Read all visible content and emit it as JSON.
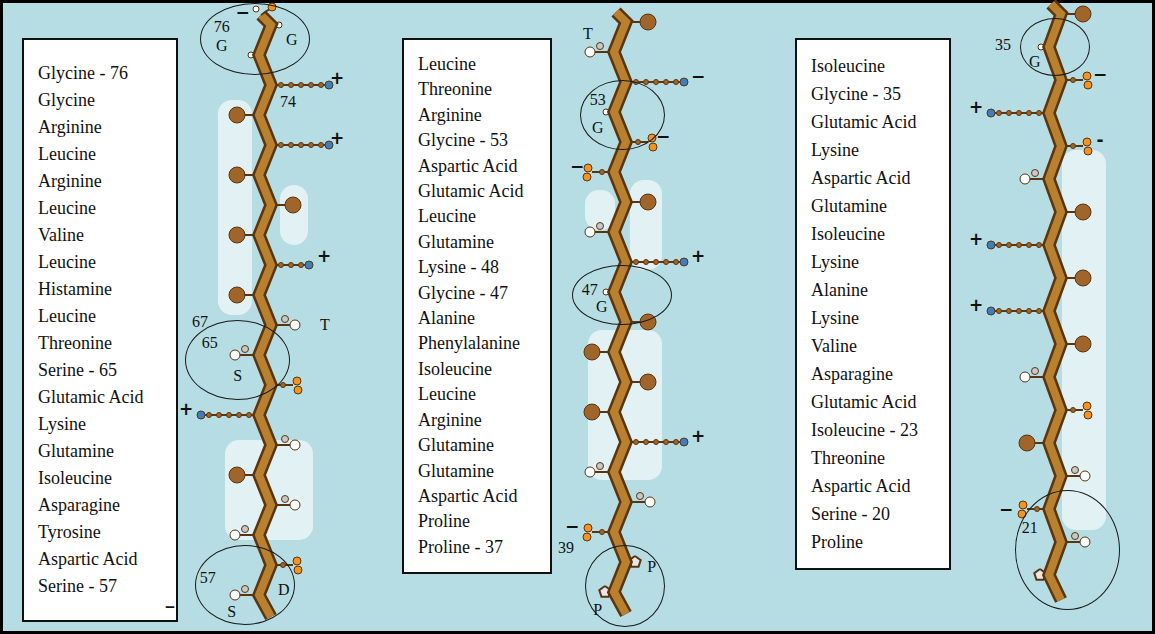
{
  "diagram": {
    "nodes": [
      {
        "text": [
          "Glycine - 76",
          "Glycine",
          "Arginine",
          "Leucine",
          "Arginine",
          "Leucine",
          "Valine",
          "Leucine",
          "Histamine",
          "Leucine",
          "Threonine",
          "Serine - 65",
          "Glutamic Acid",
          "Lysine",
          "Glutamine",
          "Isoleucine",
          "Asparagine",
          "Tyrosine",
          "Aspartic Acid",
          "Serine - 57"
        ]
      },
      {
        "text": [
          "−",
          "76",
          "G",
          "G"
        ]
      },
      {
        "text": [
          "65",
          "S"
        ]
      },
      {
        "text": [
          "57",
          "S",
          "D"
        ]
      },
      {
        "text": [
          "Leucine",
          "Threonine",
          "Arginine",
          "Glycine - 53",
          "Aspartic Acid",
          "Glutamic Acid",
          "Leucine",
          "Glutamine",
          "Lysine - 48",
          "Glycine - 47",
          "Alanine",
          "Phenylalanine",
          "Isoleucine",
          "Leucine",
          "Arginine",
          "Glutamine",
          "Glutamine",
          "Aspartic Acid",
          "Proline",
          "Proline - 37"
        ]
      },
      {
        "text": [
          "53",
          "G"
        ]
      },
      {
        "text": [
          "47",
          "G"
        ]
      },
      {
        "text": [
          "P",
          "P"
        ]
      },
      {
        "text": [
          "Isoleucine",
          "Glycine - 35",
          "Glutamic Acid",
          "Lysine",
          "Aspartic Acid",
          "Glutamine",
          "Isoleucine",
          "Lysine",
          "Alanine",
          "Lysine",
          "Valine",
          "Asparagine",
          "Glutamic Acid",
          "Isoleucine - 23",
          "Threonine",
          "Aspartic Acid",
          "Serine - 20",
          "Proline"
        ]
      },
      {
        "text": [
          "G"
        ]
      },
      {
        "text": [
          "21"
        ]
      }
    ],
    "labels": [
      "74",
      "+",
      "+",
      "+",
      "67",
      "T",
      "+",
      "_",
      "T",
      "−",
      "−",
      "−",
      "+",
      "+",
      "−",
      "39",
      "35",
      "−",
      "+",
      "-",
      "+",
      "+",
      "−"
    ]
  }
}
